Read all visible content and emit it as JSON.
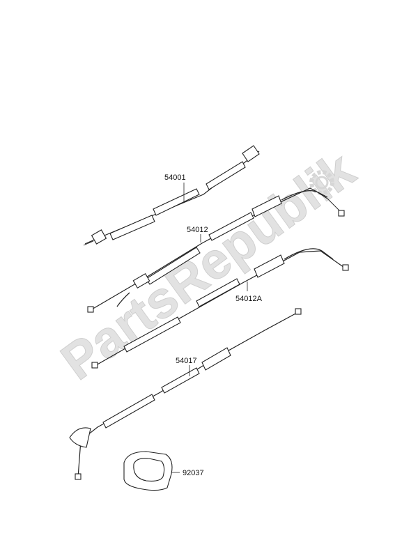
{
  "watermark": {
    "text": "PartsRepublik",
    "color": "#d9d9d9"
  },
  "parts": [
    {
      "id": "p1",
      "number": "54001"
    },
    {
      "id": "p2",
      "number": "54012"
    },
    {
      "id": "p3",
      "number": "54012A"
    },
    {
      "id": "p4",
      "number": "54017"
    },
    {
      "id": "p5",
      "number": "92037"
    }
  ]
}
